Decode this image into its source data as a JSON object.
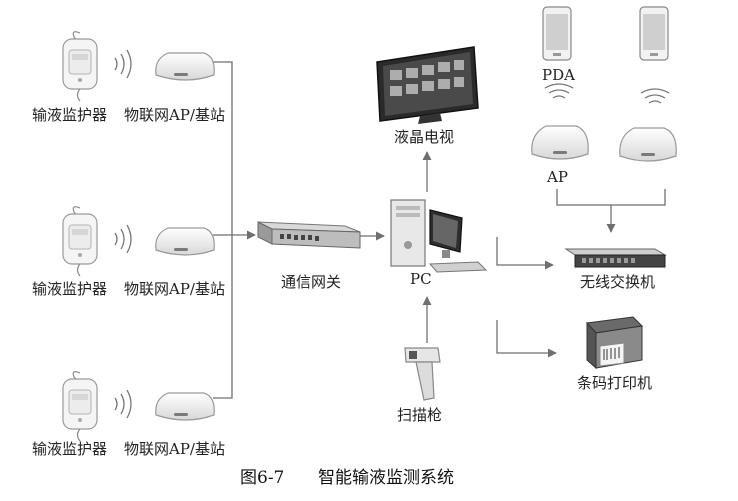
{
  "labels": {
    "monitor": "输液监护器",
    "base_ap": "物联网AP/基站",
    "gateway": "通信网关",
    "tv": "液晶电视",
    "pc": "PC",
    "scanner": "扫描枪",
    "pda": "PDA",
    "ap": "AP",
    "switch": "无线交换机",
    "printer": "条码打印机"
  },
  "caption": {
    "figure_no": "图6-7",
    "title": "智能输液监测系统"
  },
  "colors": {
    "line": "#6f6f6f",
    "device_light": "#f2f2f2",
    "device_mid": "#cfcfcf",
    "device_dark": "#555555",
    "screen": "#2a2a2a"
  }
}
